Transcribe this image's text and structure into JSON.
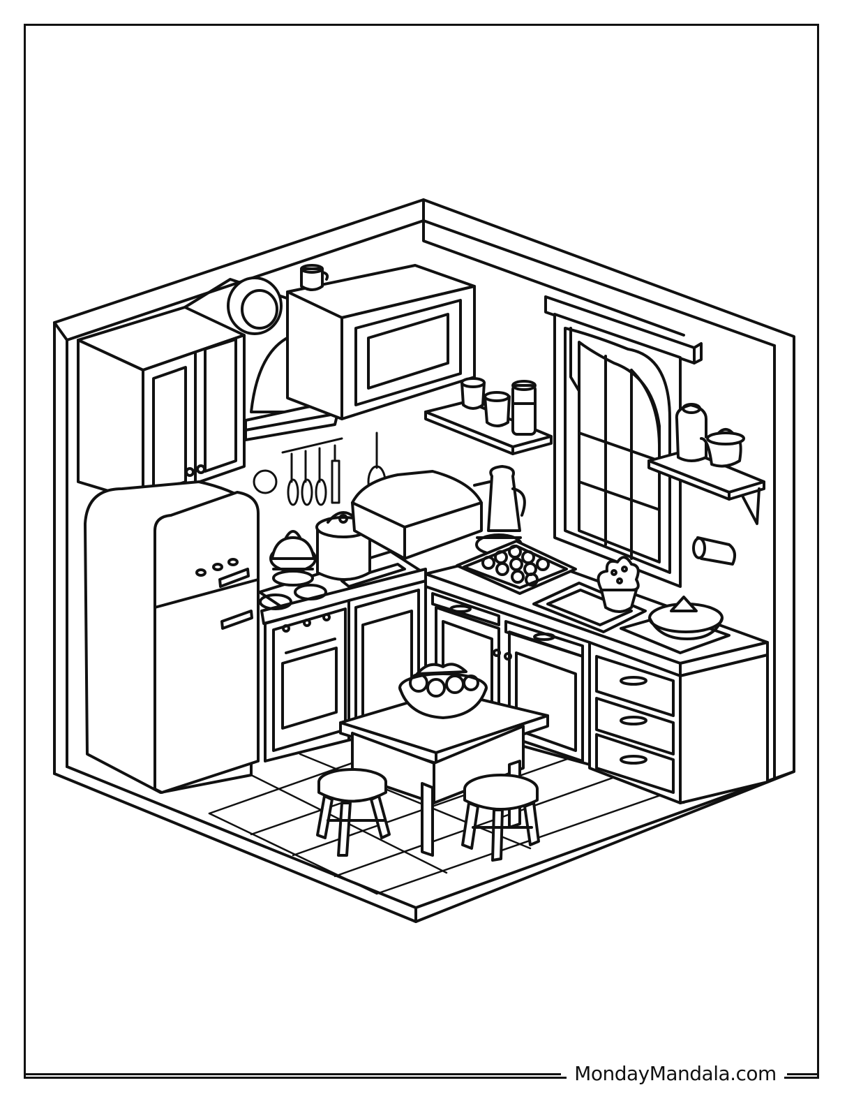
{
  "watermark": {
    "text": "MondayMandala.com"
  },
  "colors": {
    "ink": "#111111",
    "paper": "#ffffff"
  },
  "scene": {
    "subject": "isometric kitchen room coloring page",
    "items": [
      "refrigerator",
      "wall-cabinets",
      "range-hood",
      "microwave",
      "oven",
      "stovetop",
      "kettle",
      "cooking-pot",
      "bread-loaf",
      "coffee-maker",
      "window",
      "wall-shelves",
      "cups",
      "jars",
      "cookie-tray",
      "flower-pot",
      "bowl",
      "fruit-bowl",
      "table",
      "stools",
      "drawers",
      "tile-floor",
      "hanging-utensils"
    ]
  }
}
